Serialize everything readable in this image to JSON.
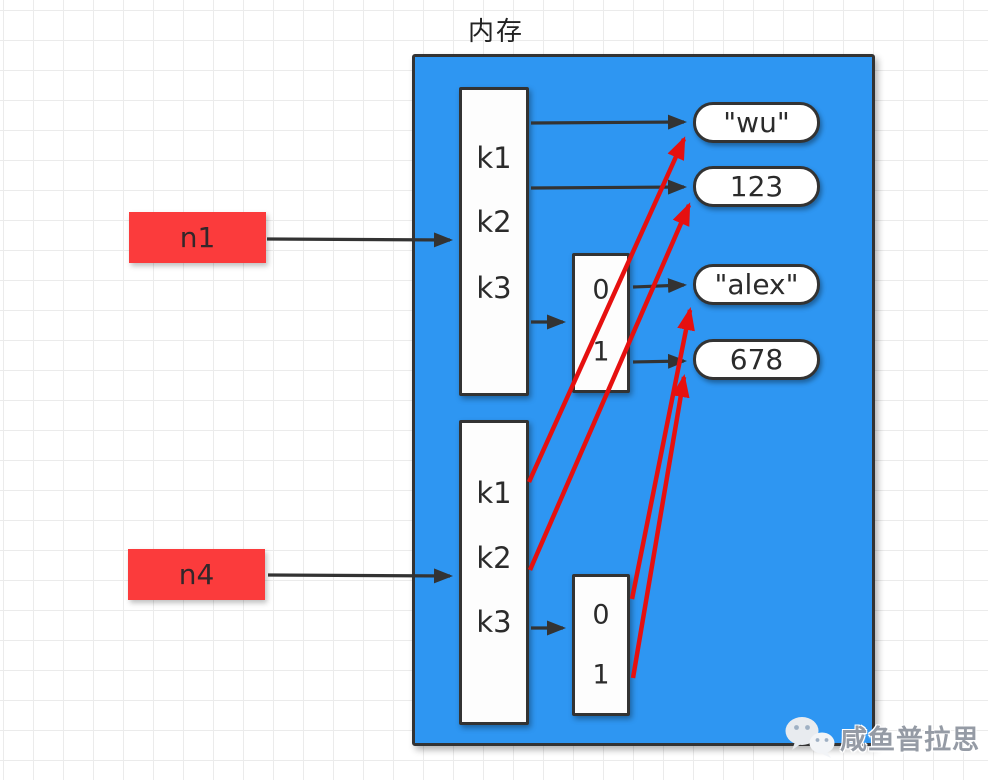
{
  "title": "内存",
  "colors": {
    "region_blue": "#2E96F2",
    "var_red": "#FB3B3C",
    "arrow_black": "#333333",
    "arrow_red": "#E6100F",
    "box_border": "#333333"
  },
  "variables": [
    {
      "label": "n1"
    },
    {
      "label": "n4"
    }
  ],
  "dicts": [
    {
      "keys": [
        "k1",
        "k2",
        "k3"
      ],
      "slots": [
        "0",
        "1"
      ]
    },
    {
      "keys": [
        "k1",
        "k2",
        "k3"
      ],
      "slots": [
        "0",
        "1"
      ]
    }
  ],
  "values": [
    {
      "label": "\"wu\""
    },
    {
      "label": "123"
    },
    {
      "label": "\"alex\""
    },
    {
      "label": "678"
    }
  ],
  "edges": {
    "black": [
      {
        "from": "n1",
        "to": "dict1"
      },
      {
        "from": "n4",
        "to": "dict2"
      },
      {
        "from": "dict1.k1",
        "to": "\"wu\""
      },
      {
        "from": "dict1.k2",
        "to": "123"
      },
      {
        "from": "dict1.k3",
        "to": "dict1-slots"
      },
      {
        "from": "dict1-slots.0",
        "to": "\"alex\""
      },
      {
        "from": "dict1-slots.1",
        "to": "678"
      },
      {
        "from": "dict2.k3",
        "to": "dict2-slots"
      }
    ],
    "red": [
      {
        "from": "dict2.k1",
        "to": "\"wu\""
      },
      {
        "from": "dict2.k2",
        "to": "123"
      },
      {
        "from": "dict2-slots.0",
        "to": "\"alex\""
      },
      {
        "from": "dict2-slots.1",
        "to": "678"
      }
    ]
  },
  "watermark": {
    "text": "咸鱼普拉思",
    "icon": "wechat-icon"
  }
}
